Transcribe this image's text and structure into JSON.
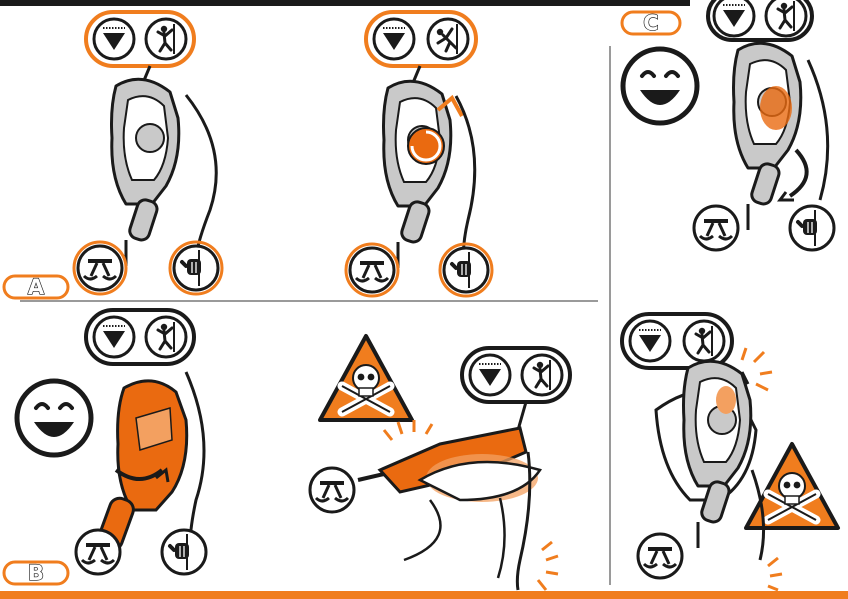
{
  "colors": {
    "accent": "#f07d1e",
    "device_orange": "#ea6a10",
    "device_grey": "#c9c9c9",
    "ink": "#1a1a1a",
    "divider": "#9a9a9a",
    "background": "#ffffff"
  },
  "panels": {
    "a": {
      "label": "A"
    },
    "b": {
      "label": "B"
    },
    "c": {
      "label": "C"
    }
  },
  "icons": {
    "anchor": "anchor-triangle-icon",
    "climber": "climber-icon",
    "falling": "falling-climber-icon",
    "harness": "harness-icon",
    "hand": "hand-grip-icon",
    "smiley": "smiley-face-icon",
    "danger": "skull-crossbones-warning-icon",
    "arrow": "rotation-arrow-icon"
  }
}
